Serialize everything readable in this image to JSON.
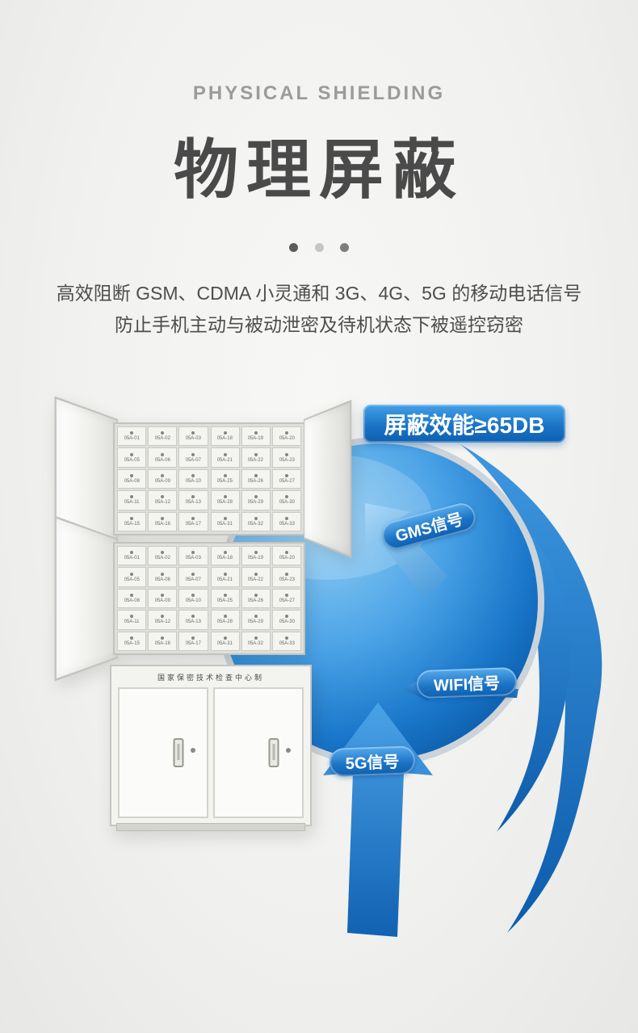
{
  "header": {
    "subtitle": "PHYSICAL SHIELDING",
    "title": "物理屏蔽",
    "desc_line1": "高效阻断 GSM、CDMA 小灵通和 3G、4G、5G 的移动电话信号",
    "desc_line2": "防止手机主动与被动泄密及待机状态下被遥控窃密"
  },
  "diagram": {
    "badge": "屏蔽效能≥65DB",
    "labels": {
      "gms": "GMS信号",
      "wifi": "WIFI信号",
      "g5": "5G信号"
    },
    "colors": {
      "primary_blue": "#1a74c6",
      "light_blue": "#5fb0ec",
      "deep_blue": "#0c58a6"
    }
  },
  "cabinet": {
    "plaque": "国家保密技术检查中心制",
    "left_cells": [
      "05A-01",
      "05A-02",
      "05A-03",
      "05A-05",
      "05A-06",
      "05A-07",
      "05A-08",
      "05A-09",
      "05A-10",
      "05A-11",
      "05A-12",
      "05A-13",
      "05A-15",
      "05A-16",
      "05A-17"
    ],
    "right_cells": [
      "05A-18",
      "05A-19",
      "05A-20",
      "05A-21",
      "05A-22",
      "05A-23",
      "05A-25",
      "05A-26",
      "05A-27",
      "05A-28",
      "05A-29",
      "05A-30",
      "05A-31",
      "05A-32",
      "05A-33"
    ]
  }
}
